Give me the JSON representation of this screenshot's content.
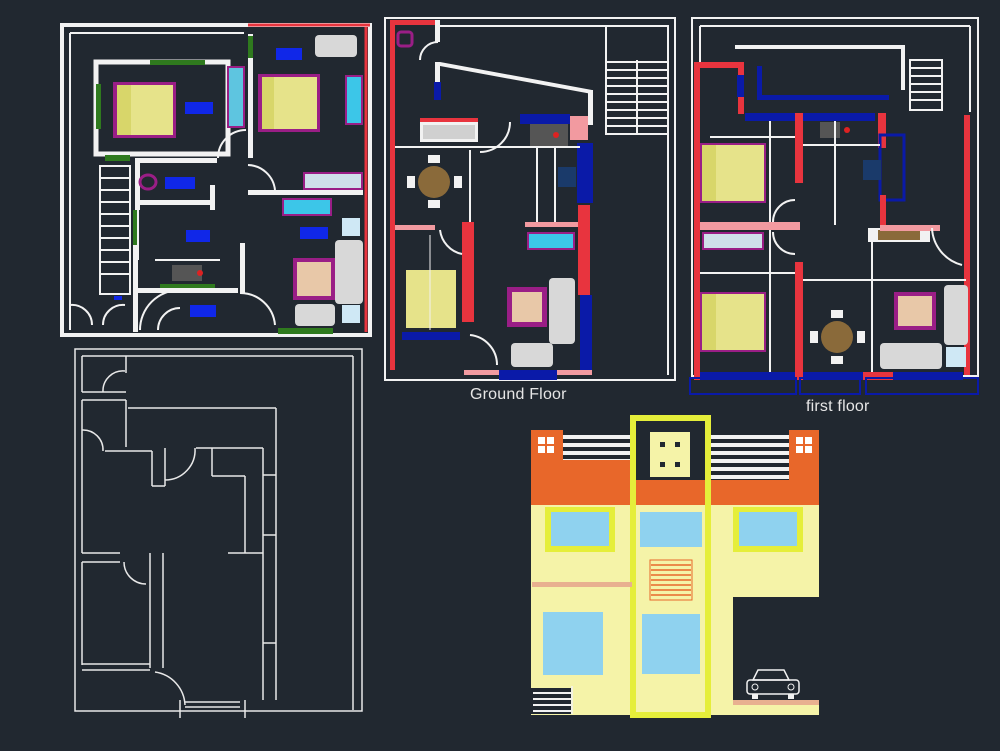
{
  "labels": {
    "ground_floor": "Ground Floor",
    "first_floor": "first floor"
  },
  "colors": {
    "background": "#212830",
    "wall_white": "#f2f2f2",
    "wall_red": "#e8343e",
    "wall_pink": "#f29aa0",
    "window_blue": "#0a1aa8",
    "window_green": "#2f7a1e",
    "furniture_magenta": "#9a1e86",
    "bed_yellow": "#e6e38a",
    "sofa_cyan": "#3cc6e8",
    "facade_orange": "#e8672a",
    "facade_cream": "#f5f3a8",
    "facade_lime": "#e5ee3a"
  },
  "drawings": [
    {
      "id": "second-floor-plan-colored",
      "description": "Top-left furnished floor plan with two bedrooms, stair, toilet, kitchen, living area"
    },
    {
      "id": "ground-floor-plan",
      "description": "Ground floor furnished plan with bedroom, dining, kitchen, living, external stair"
    },
    {
      "id": "first-floor-plan",
      "description": "First floor furnished plan with two bedrooms, dining, kitchen, living"
    },
    {
      "id": "outline-floor-plan",
      "description": "Bottom-left unfurnished white-line floor plan"
    },
    {
      "id": "front-elevation",
      "description": "Colored front elevation with windows and garage with car"
    }
  ]
}
